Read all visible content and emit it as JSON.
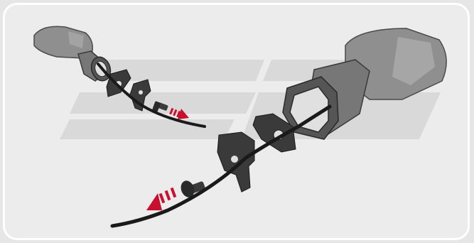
{
  "figure": {
    "parts": {
      "small_indicator": {
        "icon": "turn-signal-indicator"
      },
      "large_indicator": {
        "icon": "turn-signal-indicator"
      },
      "mount_plate": {
        "icon": "rubber-gasket-plate"
      },
      "bracket": {
        "icon": "mounting-bracket"
      },
      "bolt": {
        "icon": "hex-bolt"
      },
      "wire": {
        "icon": "wire-cable"
      }
    },
    "arrows": {
      "color": "#c8102e",
      "icon": "direction-arrow-dashed"
    },
    "colors": {
      "background": "#ececec",
      "border": "#ffffff",
      "watermark": "#d9d9d9",
      "indicator_body": "#8f8f8f",
      "part_dark": "#3a3a3a",
      "wire": "#1a1a1a"
    }
  }
}
